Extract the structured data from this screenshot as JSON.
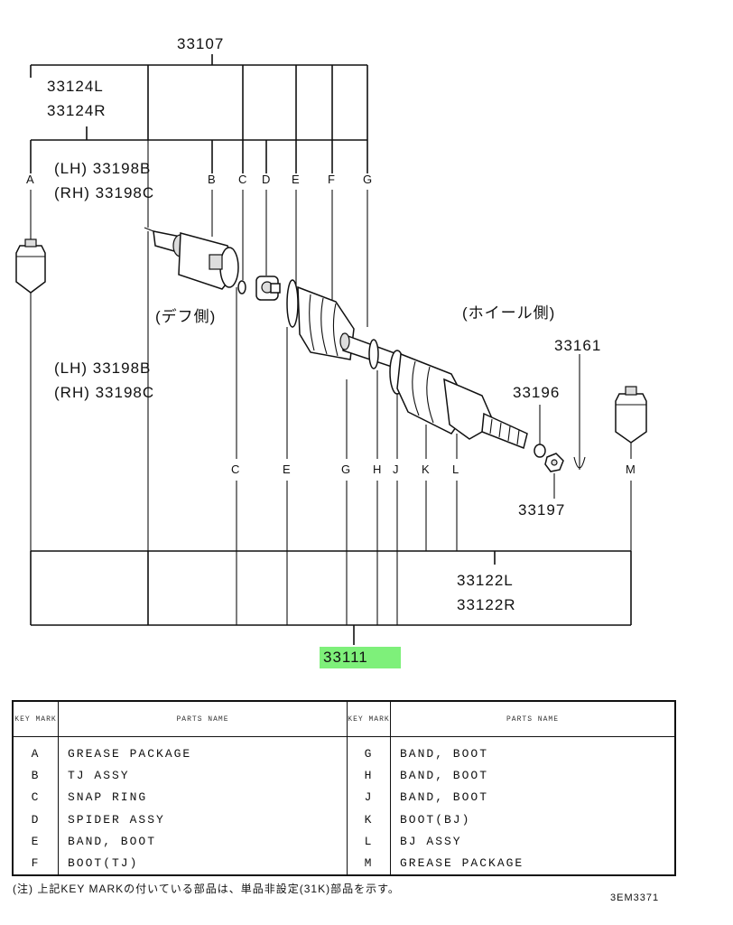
{
  "diagram": {
    "top_assembly": "33107",
    "inner_joint_left": "33124L",
    "inner_joint_right": "33124R",
    "kit_lh_upper": "(LH) 33198B",
    "kit_rh_upper": "(RH) 33198C",
    "kit_lh_lower": "(LH) 33198B",
    "kit_rh_lower": "(RH) 33198C",
    "diff_side": "(デフ側)",
    "wheel_side": "(ホイール側)",
    "part_33161": "33161",
    "part_33196": "33196",
    "part_33197": "33197",
    "outer_joint_left": "33122L",
    "outer_joint_right": "33122R",
    "highlighted_part": "33111",
    "top_marks": [
      "A",
      "B",
      "C",
      "D",
      "E",
      "F",
      "G"
    ],
    "bottom_marks": [
      "C",
      "E",
      "G",
      "H",
      "J",
      "K",
      "L",
      "M"
    ]
  },
  "legend": {
    "header_key": "KEY MARK",
    "header_name": "PARTS NAME",
    "rows_left": [
      {
        "mark": "A",
        "name": "GREASE PACKAGE"
      },
      {
        "mark": "B",
        "name": "TJ ASSY"
      },
      {
        "mark": "C",
        "name": "SNAP RING"
      },
      {
        "mark": "D",
        "name": "SPIDER ASSY"
      },
      {
        "mark": "E",
        "name": "BAND, BOOT"
      },
      {
        "mark": "F",
        "name": "BOOT(TJ)"
      }
    ],
    "rows_right": [
      {
        "mark": "G",
        "name": "BAND, BOOT"
      },
      {
        "mark": "H",
        "name": "BAND, BOOT"
      },
      {
        "mark": "J",
        "name": "BAND, BOOT"
      },
      {
        "mark": "K",
        "name": "BOOT(BJ)"
      },
      {
        "mark": "L",
        "name": "BJ ASSY"
      },
      {
        "mark": "M",
        "name": "GREASE PACKAGE"
      }
    ]
  },
  "footnote": "(注) 上記KEY MARKの付いている部品は、単品非設定(31K)部品を示す。",
  "drawing_code": "3EM3371"
}
